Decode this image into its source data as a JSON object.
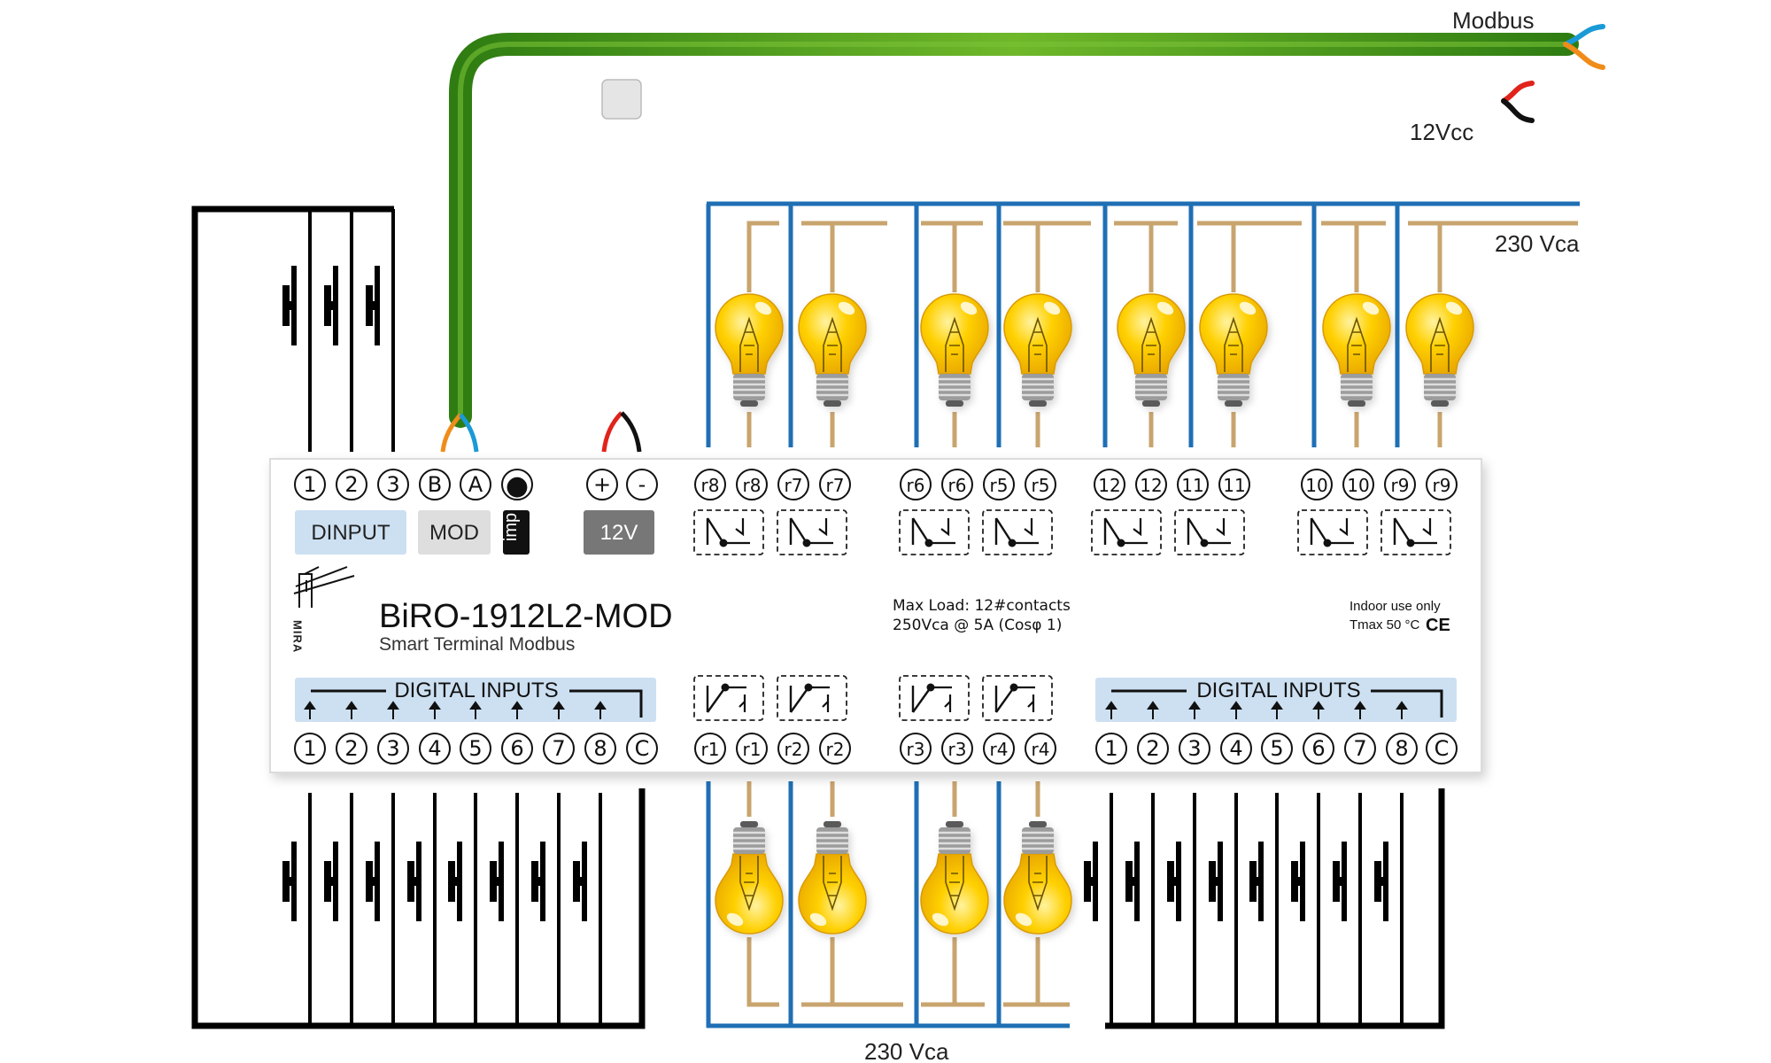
{
  "labels": {
    "modbus": "Modbus",
    "vcc": "12Vcc",
    "vca_top": "230 Vca",
    "vca_bottom": "230 Vca"
  },
  "device": {
    "model": "BiRO-1912L2-MOD",
    "subtitle": "Smart Terminal Modbus",
    "logo_text": "MIRA",
    "max_load_line1": "Max Load:  12#contacts",
    "max_load_line2": "250Vca @ 5A    (Cosφ 1)",
    "indoor_line1": "Indoor use only",
    "indoor_line2": "Tmax 50 °C",
    "ce_mark": "CE",
    "badges": {
      "dinput": "DINPUT",
      "mod": "MOD",
      "imp": "imp",
      "v12": "12V"
    },
    "digital_inputs_left": "DIGITAL INPUTS",
    "digital_inputs_right": "DIGITAL INPUTS"
  },
  "terminals": {
    "top_left": [
      "1",
      "2",
      "3",
      "B",
      "A",
      "●"
    ],
    "power": [
      "+",
      "-"
    ],
    "top_relays": [
      "r8",
      "r8",
      "r7",
      "r7",
      "r6",
      "r6",
      "r5",
      "r5",
      "12",
      "12",
      "11",
      "11",
      "10",
      "10",
      "r9",
      "r9"
    ],
    "bottom_left": [
      "1",
      "2",
      "3",
      "4",
      "5",
      "6",
      "7",
      "8",
      "C"
    ],
    "bottom_relays": [
      "r1",
      "r1",
      "r2",
      "r2",
      "r3",
      "r3",
      "r4",
      "r4"
    ],
    "bottom_right": [
      "1",
      "2",
      "3",
      "4",
      "5",
      "6",
      "7",
      "8",
      "C"
    ]
  },
  "colors": {
    "modbus_cable": "#5a9e1e",
    "power_cable": "#cfcfcf",
    "ac_line": "#1f6fb5",
    "lamp_wire": "#c8a46e",
    "bulb": "#f5c400",
    "badge_blue": "#cde0f2",
    "badge_grey": "#dedede",
    "badge_dark": "#777777",
    "wire_blue": "#1a9ad6",
    "wire_orange": "#f08c1a",
    "wire_red": "#e0231b"
  },
  "icons": {
    "lamp": "lightbulb-icon",
    "pushbutton": "pushbutton-icon",
    "relay": "relay-contact-icon",
    "logo": "mira-logo-icon"
  }
}
